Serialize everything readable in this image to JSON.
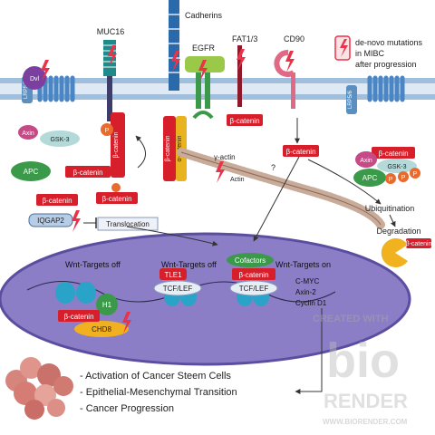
{
  "membrane_proteins": {
    "muc16": "MUC16",
    "cadherins": "Cadherins",
    "egfr": "EGFR",
    "fat13": "FAT1/3",
    "cd90": "CD90",
    "frizzled_left": "FZD",
    "frizzled_right": "FZD",
    "lrp_left": "LRP5/6",
    "lrp_right": "LRP5/6"
  },
  "legend": {
    "line1": "de-novo mutations",
    "line2": "in MIBC",
    "line3": "after progression"
  },
  "cytoplasm": {
    "axin_left": "Axin",
    "gsk_left": "GSK-3",
    "dvl": "Dvl",
    "apc_left": "APC",
    "bcat_muc16": "β-catenin",
    "bcat_free1": "β-catenin",
    "bcat_free2": "β-catenin",
    "bcat_free3": "β-catenin",
    "bcat_fat": "β-catenin",
    "bcat_cd90": "β-catenin",
    "bcat_cad": "β-catenin",
    "acat": "α-catenin",
    "p_label": "P",
    "gamma_actin": "γ-actin",
    "actin": "Actin",
    "question": "?",
    "iqgap2": "IQGAP2",
    "translocation": "Translocation"
  },
  "destruction_complex": {
    "bcat": "β-catenin",
    "axin": "Axin",
    "gsk": "GSK-3",
    "apc": "APC",
    "p": "P",
    "ubiquitination": "Ubiquitination",
    "degradation": "Degradation",
    "bcat_deg": "β-catenin"
  },
  "nucleus": {
    "wnt_off1": "Wnt-Targets off",
    "wnt_off2": "Wnt-Targets off",
    "wnt_on": "Wnt-Targets on",
    "h1": "H1",
    "chd8": "CHD8",
    "bcat_chd8": "β-catenin",
    "tle1": "TLE1",
    "tcf1": "TCF/LEF",
    "tcf2": "TCF/LEF",
    "cofactors": "Cofactors",
    "bcat_on": "β-catenin",
    "targets": [
      "C-MYC",
      "Axin-2",
      "Cyclin D1"
    ]
  },
  "outcomes": [
    "- Activation of Cancer Steem Cells",
    "- Epithelial-Mesenchymal Transition",
    "- Cancer Progression"
  ],
  "watermark": {
    "created": "CREATED WITH",
    "bio": "bio",
    "render": "RENDER",
    "url": "WWW.BIORENDER.COM"
  },
  "colors": {
    "mutation_red": "#e8334a",
    "membrane": "#6fa3cc",
    "nucleus": "#8a7cc4",
    "bcat_red": "#d61f2b",
    "apc_green": "#3a9a4a",
    "acat_yellow": "#e9b320"
  }
}
